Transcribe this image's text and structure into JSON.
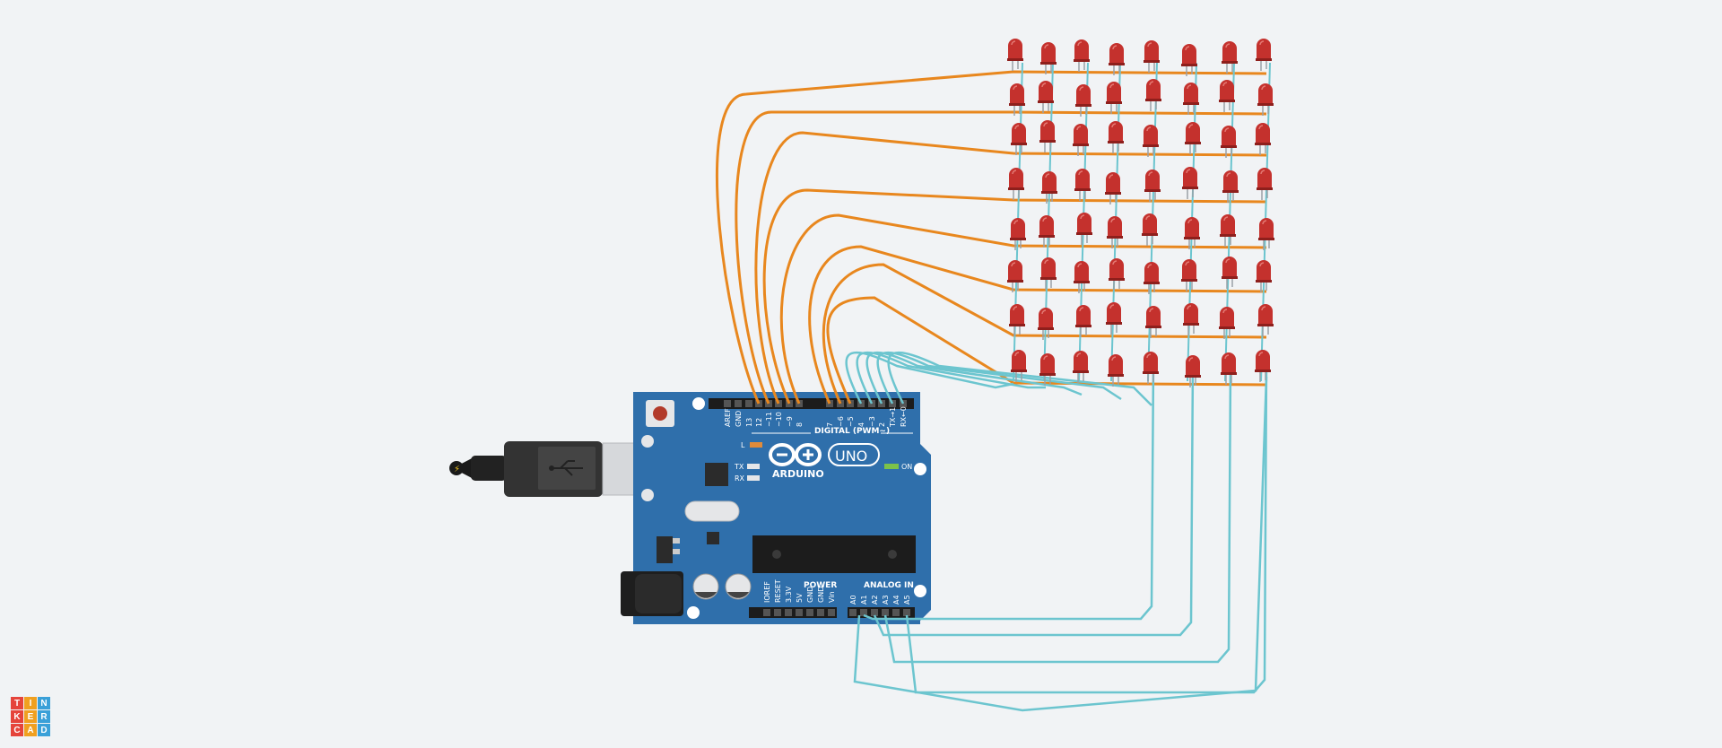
{
  "board": {
    "name": "ARDUINO",
    "model": "UNO",
    "digital_header": "DIGITAL (PWM~)",
    "power_header": "POWER",
    "analog_header": "ANALOG IN",
    "led_l": "L",
    "led_tx": "TX",
    "led_rx": "RX",
    "on_label": "ON",
    "digital_pins": [
      "AREF",
      "GND",
      "13",
      "12",
      "~11",
      "~10",
      "~9",
      "8",
      "7",
      "~6",
      "~5",
      "4",
      "~3",
      "2",
      "TX→1",
      "RX←0"
    ],
    "power_pins": [
      "IOREF",
      "RESET",
      "3.3V",
      "5V",
      "GND",
      "GND",
      "Vin"
    ],
    "analog_pins": [
      "A0",
      "A1",
      "A2",
      "A3",
      "A4",
      "A5"
    ]
  },
  "matrix": {
    "rows": 8,
    "cols": 8
  },
  "colors": {
    "row_wire": "#e8871e",
    "col_wire": "#6cc5cf",
    "led": "#c4312d",
    "board": "#2f6fab"
  },
  "logo": {
    "letters": [
      "T",
      "I",
      "N",
      "K",
      "E",
      "R",
      "C",
      "A",
      "D"
    ]
  }
}
